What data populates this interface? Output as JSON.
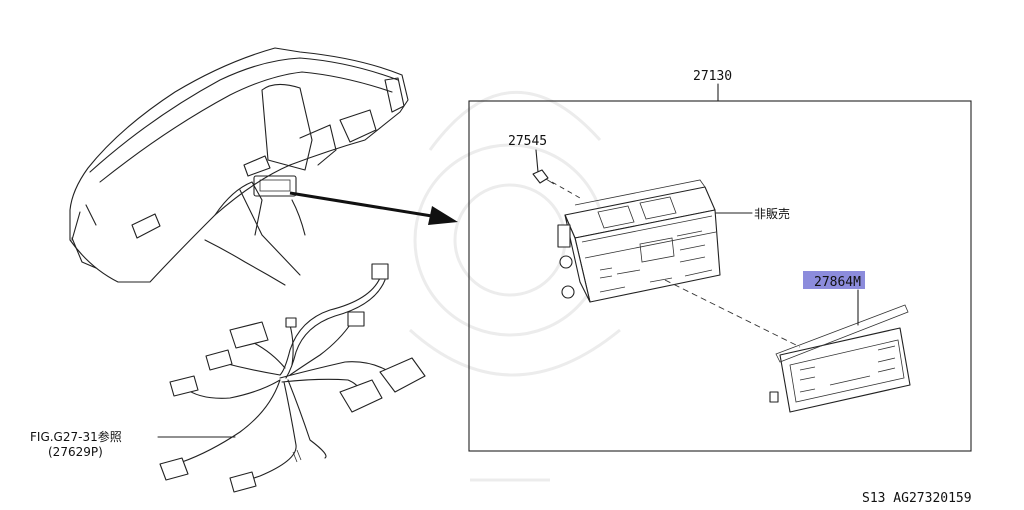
{
  "diagram": {
    "labels": {
      "assembly": "27130",
      "screw": "27545",
      "unit_note": "非販売",
      "panel": "27864M",
      "harness_ref_line1": "FIG.G27-31参照",
      "harness_ref_line2": "(27629P)",
      "footer": "S13  AG27320159"
    },
    "colors": {
      "highlight": "#8c8cdc",
      "line": "#222222",
      "watermark": "#ececec"
    }
  }
}
